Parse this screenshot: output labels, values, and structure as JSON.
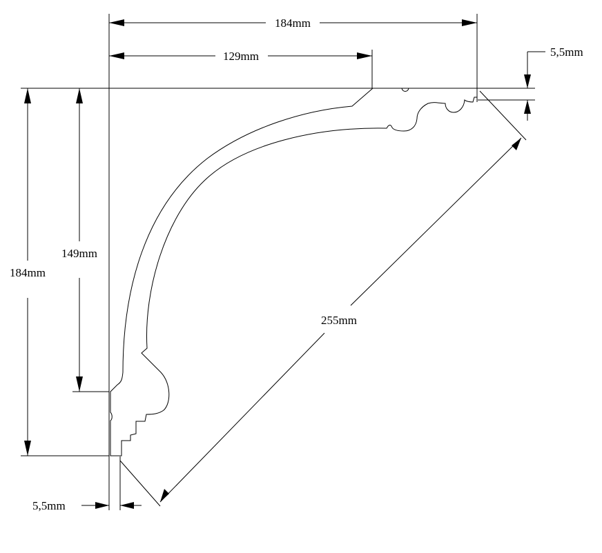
{
  "dimensions": {
    "top_total": "184mm",
    "top_projection": "129mm",
    "right_offset": "5,5mm",
    "left_total": "184mm",
    "left_drop": "149mm",
    "diagonal": "255mm",
    "bottom_offset": "5,5mm"
  },
  "colors": {
    "line": "#000000",
    "background": "#ffffff"
  }
}
